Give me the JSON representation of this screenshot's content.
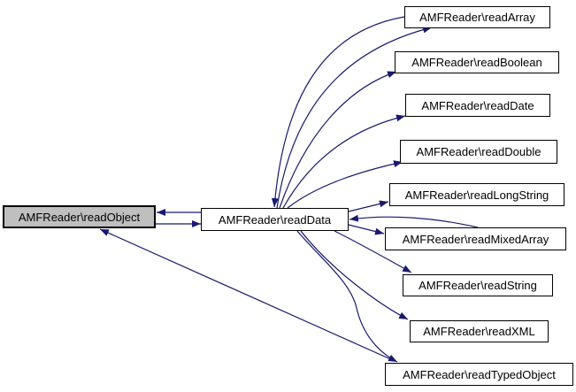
{
  "diagram": {
    "type": "call-graph",
    "colors": {
      "edge": "#191970",
      "focus_node_fill": "#bfbfbf",
      "node_fill": "#ffffff",
      "node_border": "#000000",
      "background": "#ffffff"
    },
    "nodes": {
      "readObject": {
        "label": "AMFReader\\readObject",
        "role": "focus"
      },
      "readData": {
        "label": "AMFReader\\readData",
        "role": "normal"
      },
      "readArray": {
        "label": "AMFReader\\readArray",
        "role": "normal"
      },
      "readBoolean": {
        "label": "AMFReader\\readBoolean",
        "role": "normal"
      },
      "readDate": {
        "label": "AMFReader\\readDate",
        "role": "normal"
      },
      "readDouble": {
        "label": "AMFReader\\readDouble",
        "role": "normal"
      },
      "readLongString": {
        "label": "AMFReader\\readLongString",
        "role": "normal"
      },
      "readMixedArray": {
        "label": "AMFReader\\readMixedArray",
        "role": "normal"
      },
      "readString": {
        "label": "AMFReader\\readString",
        "role": "normal"
      },
      "readXML": {
        "label": "AMFReader\\readXML",
        "role": "normal"
      },
      "readTypedObject": {
        "label": "AMFReader\\readTypedObject",
        "role": "normal"
      }
    },
    "edges": [
      {
        "from": "readObject",
        "to": "readData"
      },
      {
        "from": "readData",
        "to": "readObject"
      },
      {
        "from": "readData",
        "to": "readArray"
      },
      {
        "from": "readArray",
        "to": "readData"
      },
      {
        "from": "readData",
        "to": "readBoolean"
      },
      {
        "from": "readData",
        "to": "readDate"
      },
      {
        "from": "readData",
        "to": "readDouble"
      },
      {
        "from": "readData",
        "to": "readLongString"
      },
      {
        "from": "readMixedArray",
        "to": "readData"
      },
      {
        "from": "readData",
        "to": "readMixedArray"
      },
      {
        "from": "readData",
        "to": "readString"
      },
      {
        "from": "readData",
        "to": "readXML"
      },
      {
        "from": "readData",
        "to": "readTypedObject"
      },
      {
        "from": "readTypedObject",
        "to": "readObject"
      }
    ]
  }
}
